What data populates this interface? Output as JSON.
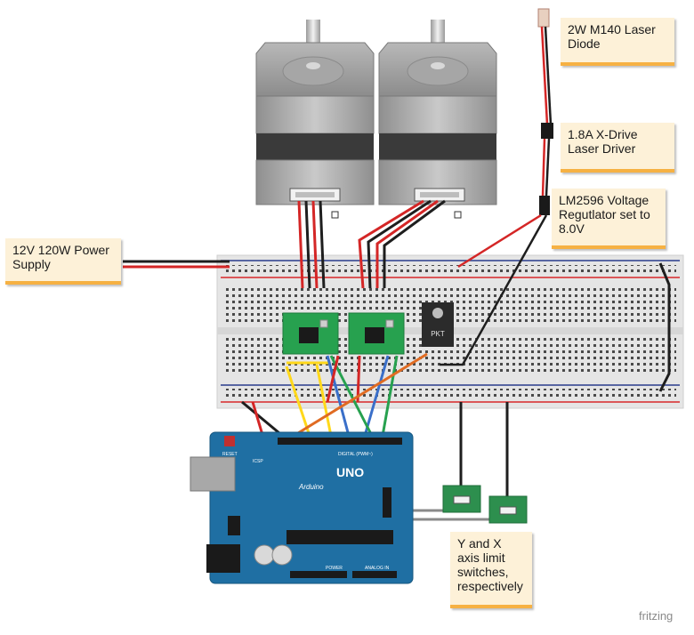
{
  "notes": {
    "power_supply": "12V 120W Power Supply",
    "laser_diode": "2W M140 Laser Diode",
    "laser_driver": "1.8A X-Drive Laser Driver",
    "voltage_regulator": "LM2596 Voltage Regutlator set to 8.0V",
    "limit_switches": "Y and X axis limit switches, respectively"
  },
  "arduino": {
    "logo": "Arduino",
    "model": "UNO",
    "reset_label": "RESET",
    "digital_label": "DIGITAL (PWM~)",
    "power_label": "POWER",
    "analog_label": "ANALOG IN",
    "icsp_label": "ICSP"
  },
  "regulator_label": "PKT",
  "watermark": "fritzing",
  "colors": {
    "breadboard": "#e5e5e5",
    "breadboard_holes": "#4a4a4a",
    "rail_red": "#d8282a",
    "rail_blue": "#2a3c8c",
    "arduino_board": "#1f6fa3",
    "driver_board": "#27a14f",
    "limit_board": "#2d8f4e",
    "note_bg": "#fdf1d8",
    "note_accent": "#f6b143",
    "wire_red": "#d42626",
    "wire_black": "#1e1e1e",
    "wire_yellow": "#ffd81a",
    "wire_blue": "#3a6fc9",
    "wire_green": "#27a14f",
    "wire_orange": "#e06b22",
    "wire_gray": "#8a8a8a"
  }
}
